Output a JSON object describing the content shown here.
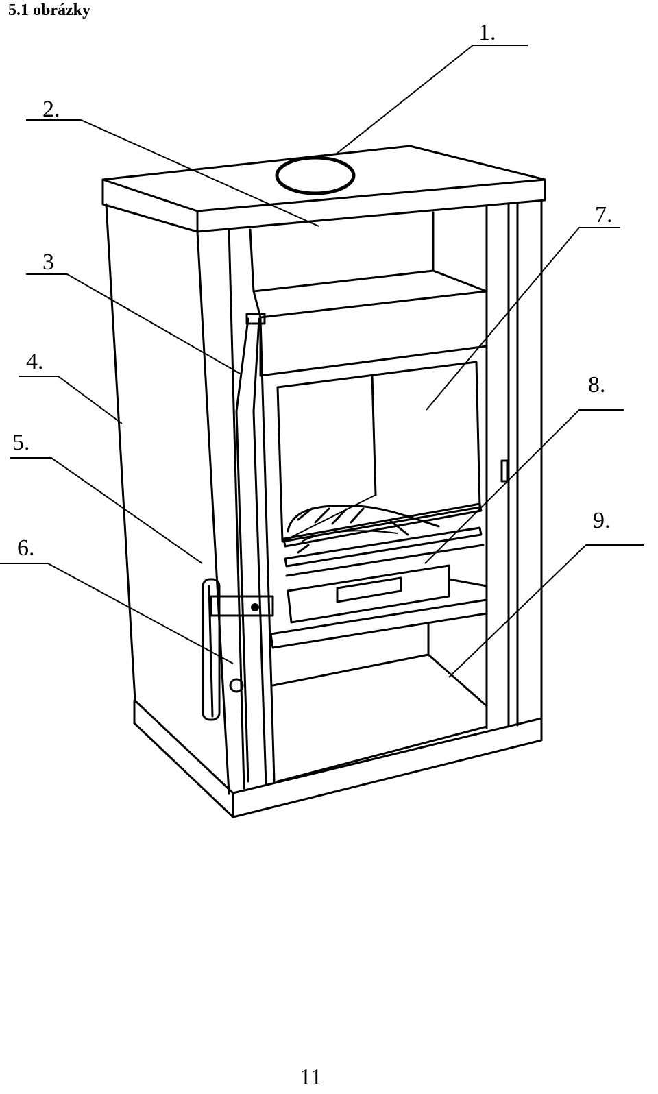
{
  "heading": "5.1 obrázky",
  "callouts": [
    {
      "id": "1",
      "label": "1."
    },
    {
      "id": "2",
      "label": "2."
    },
    {
      "id": "3",
      "label": "3"
    },
    {
      "id": "4",
      "label": "4."
    },
    {
      "id": "5",
      "label": "5."
    },
    {
      "id": "6",
      "label": "6."
    },
    {
      "id": "7",
      "label": "7."
    },
    {
      "id": "8",
      "label": "8."
    },
    {
      "id": "9",
      "label": "9."
    }
  ],
  "page_number": "11"
}
